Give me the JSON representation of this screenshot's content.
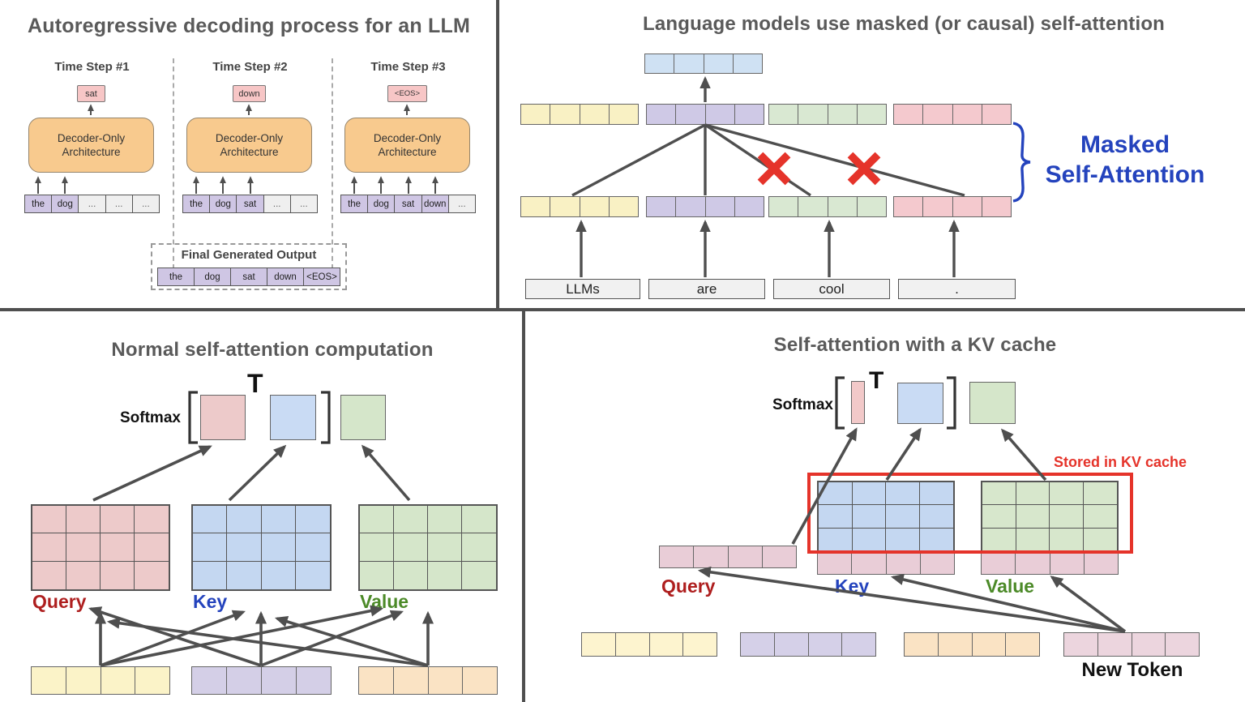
{
  "colors": {
    "title_gray": "#5a5a5a",
    "arrow_gray": "#4f4f4f",
    "masked_blue": "#2443bd",
    "alert_red": "#e5332a",
    "query_red": "#ae1e1e",
    "key_blue": "#2443bd",
    "value_green": "#4c8a28",
    "decoder_orange": "#f8ca8e",
    "token_purple": "#cfc6e4",
    "token_gray": "#efefef",
    "output_token_pink": "#f7c6c6",
    "strip_yellow": "#f9f1c4",
    "strip_purple": "#cfc9e6",
    "strip_green": "#d9e8d2",
    "strip_pink": "#f4c9ce",
    "strip_blue": "#cfe1f3",
    "strip_peach": "#fae3c4",
    "matrix_pink": "#edcaca",
    "matrix_blue": "#c4d7f1",
    "matrix_green": "#d5e6ca",
    "kv_pink_row": "#e9cdd7",
    "new_token_pink": "#ecd5de"
  },
  "panels": {
    "top_left": {
      "title": "Autoregressive decoding process for an LLM",
      "decoder_line1": "Decoder-Only",
      "decoder_line2": "Architecture",
      "time_steps": [
        {
          "label": "Time Step #1",
          "output_token": "sat",
          "tokens": [
            "the",
            "dog",
            "...",
            "...",
            "..."
          ]
        },
        {
          "label": "Time Step #2",
          "output_token": "down",
          "tokens": [
            "the",
            "dog",
            "sat",
            "...",
            "..."
          ]
        },
        {
          "label": "Time Step #3",
          "output_token": "<EOS>",
          "tokens": [
            "the",
            "dog",
            "sat",
            "down",
            "..."
          ]
        }
      ],
      "final_output": {
        "title": "Final Generated Output",
        "tokens": [
          "the",
          "dog",
          "sat",
          "down",
          "<EOS>"
        ]
      }
    },
    "top_right": {
      "title": "Language models use masked (or causal) self-attention",
      "words": [
        "LLMs",
        "are",
        "cool",
        "."
      ],
      "masked_line1": "Masked",
      "masked_line2": "Self-Attention"
    },
    "bottom_left": {
      "title": "Normal self-attention computation",
      "softmax": "Softmax",
      "transpose": "T",
      "query": "Query",
      "key": "Key",
      "value": "Value"
    },
    "bottom_right": {
      "title": "Self-attention with a KV cache",
      "softmax": "Softmax",
      "transpose": "T",
      "kv_label": "Stored in KV cache",
      "query": "Query",
      "key": "Key",
      "value": "Value",
      "new_token": "New Token"
    }
  }
}
